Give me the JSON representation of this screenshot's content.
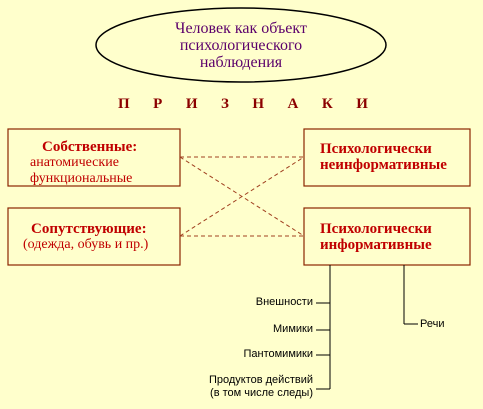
{
  "title": {
    "line1": "Человек как объект",
    "line2": "психологического",
    "line3": "наблюдения"
  },
  "signs_heading": [
    "П",
    "Р",
    "И",
    "З",
    "Н",
    "А",
    "К",
    "И"
  ],
  "left_boxes": [
    {
      "title": "Собственные:",
      "lines": [
        "анатомические",
        "функциональные"
      ]
    },
    {
      "title": "Сопутствующие:",
      "lines": [
        "(одежда, обувь и пр.)"
      ]
    }
  ],
  "right_boxes": [
    {
      "lines": [
        "Психологически",
        "неинформативные"
      ]
    },
    {
      "lines": [
        "Психологически",
        "информативные"
      ]
    }
  ],
  "branches": {
    "appearance": "Внешности",
    "facial": "Мимики",
    "pantomime": "Пантомимики",
    "products_line1": "Продуктов действий",
    "products_line2": "(в том числе следы)",
    "speech": "Речи"
  },
  "colors": {
    "background": "#ffffcc",
    "box_border": "#8b2500",
    "title_text": "#5b006b",
    "box_text": "#c00000"
  }
}
